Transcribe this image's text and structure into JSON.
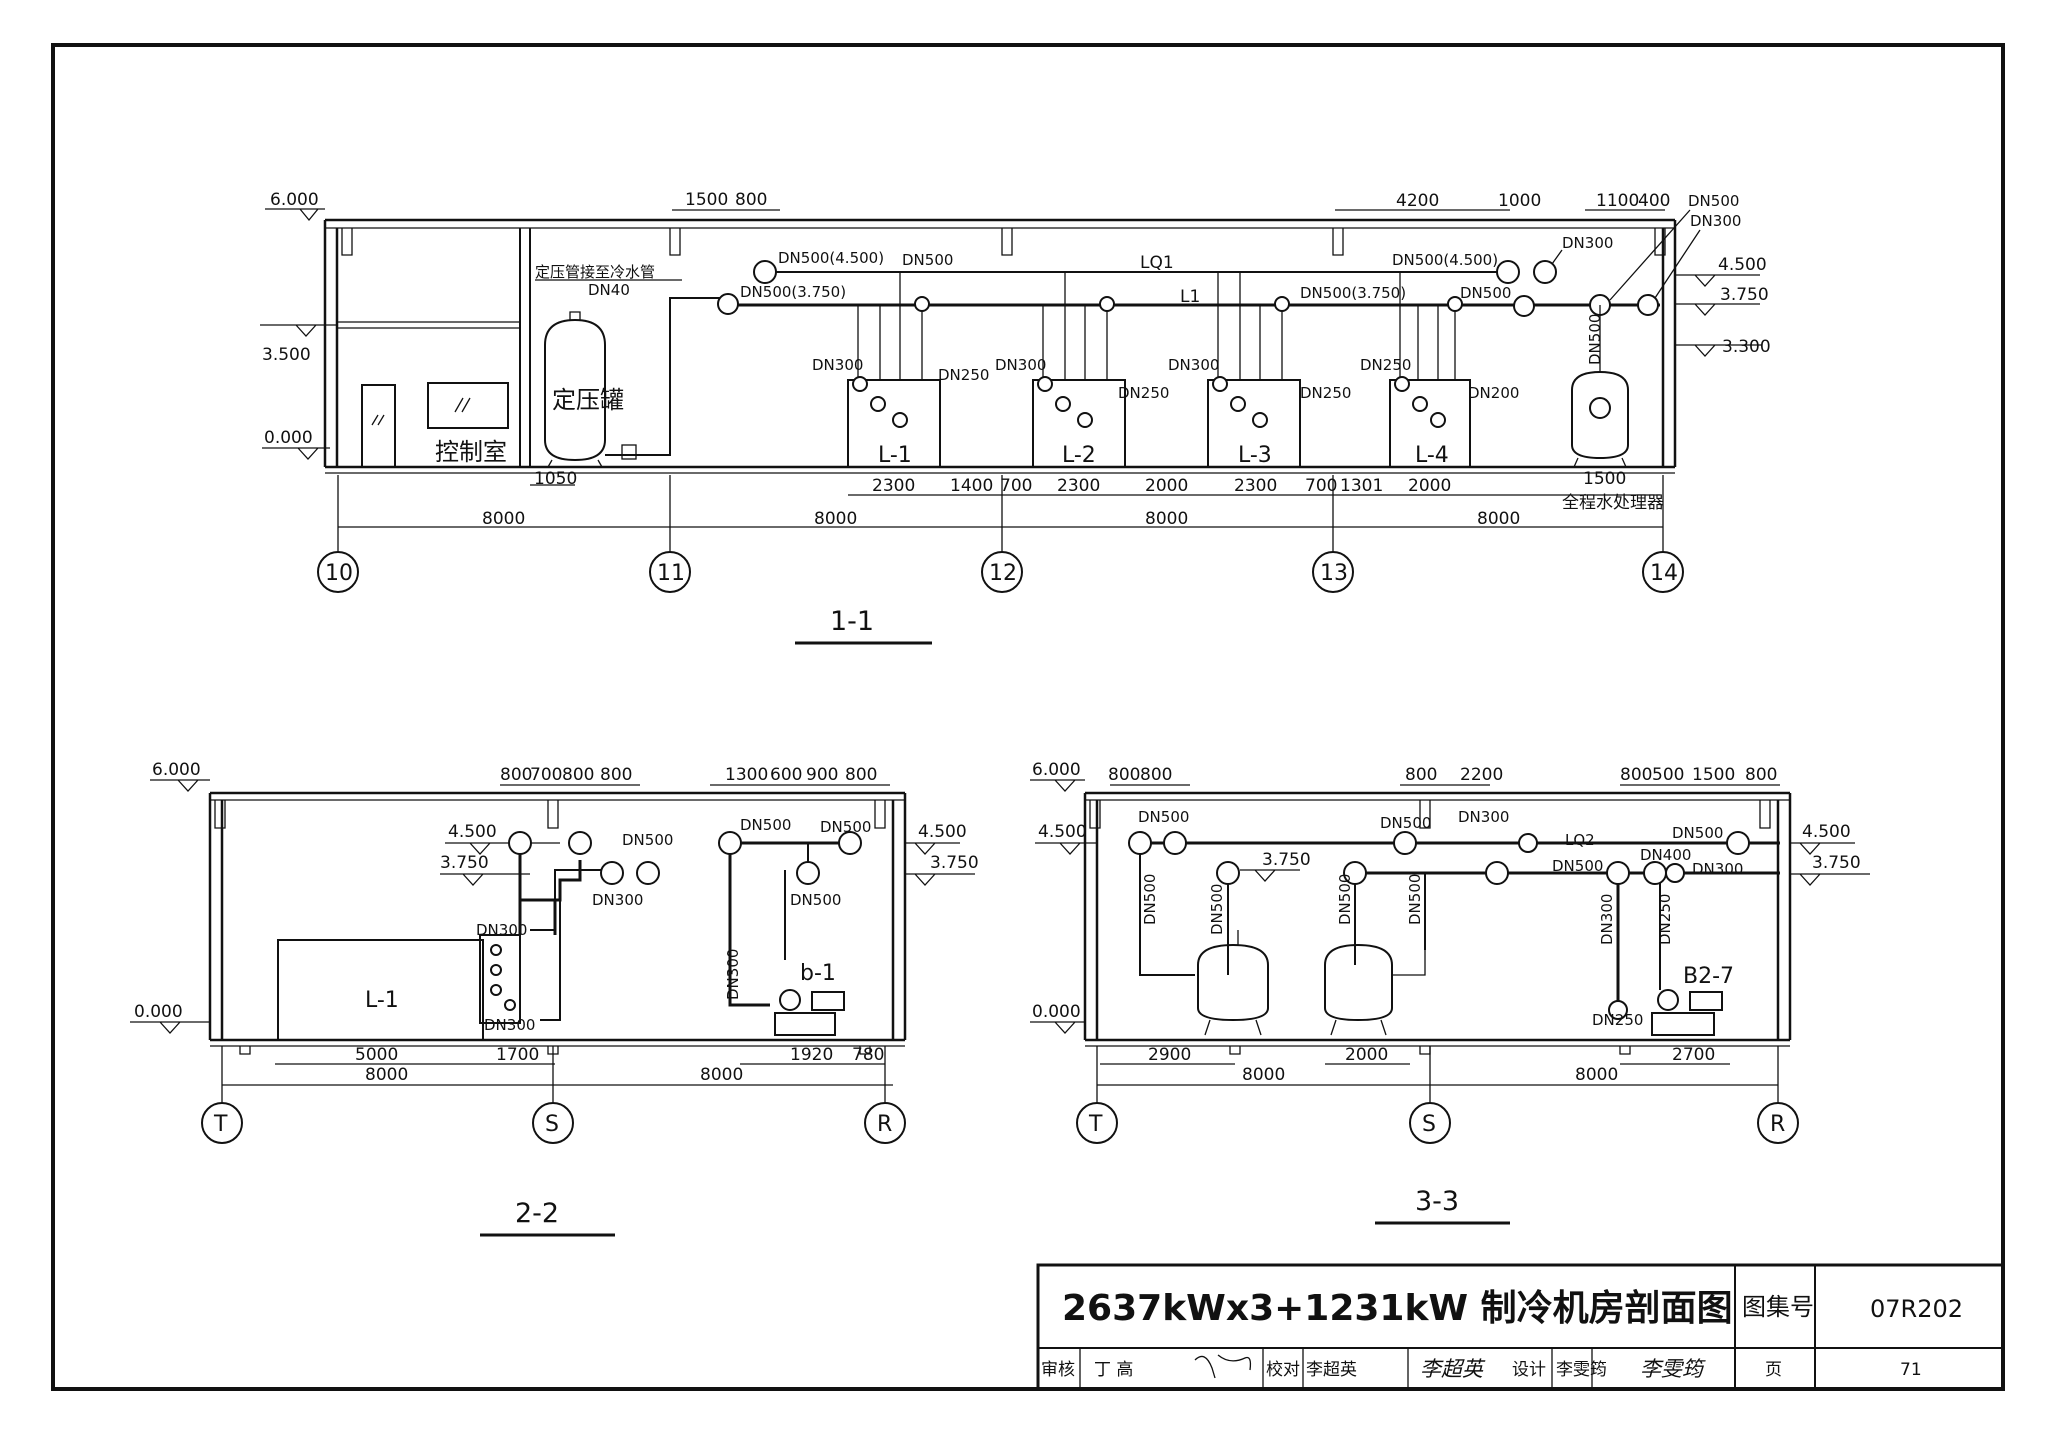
{
  "sections": {
    "s11": {
      "title": "1-1",
      "levels": [
        "6.000",
        "3.500",
        "0.000"
      ],
      "right_levels": [
        "4.500",
        "3.750",
        "3.300"
      ],
      "dims_top": [
        "1500",
        "800",
        "4200",
        "1000",
        "1100",
        "400"
      ],
      "dims_bottom": [
        "1050",
        "2300",
        "1400",
        "700",
        "2300",
        "2000",
        "2300",
        "700",
        "1301",
        "2000",
        "1500"
      ],
      "spans": [
        "8000",
        "8000",
        "8000",
        "8000"
      ],
      "axes": [
        "10",
        "11",
        "12",
        "13",
        "14"
      ],
      "labels": {
        "control_room": "控制室",
        "pressure_tank": "定压罐",
        "pressure_note": "定压管接至冷水管",
        "dn40": "DN40",
        "water_treat": "全程水处理器",
        "dn500_45": "DN500(4.500)",
        "dn500_375": "DN500(3.750)",
        "dn500": "DN500",
        "dn500_45_r": "DN500(4.500)",
        "dn500_375_m": "DN500(3.750)",
        "dn500_r": "DN500",
        "dn500_tr": "DN500",
        "dn300_tr": "DN300",
        "dn300_r": "DN300",
        "dn500_v": "DN500",
        "lq1": "LQ1",
        "l1": "L1",
        "dn300_a": "DN300",
        "dn250_a": "DN250",
        "dn300_b": "DN300",
        "dn250_b": "DN250",
        "dn300_c": "DN300",
        "dn250_c": "DN250",
        "dn250_d": "DN250",
        "dn200_d": "DN200"
      },
      "units": [
        "L-1",
        "L-2",
        "L-3",
        "L-4"
      ]
    },
    "s22": {
      "title": "2-2",
      "levels": [
        "6.000",
        "4.500",
        "3.750",
        "0.000"
      ],
      "right_levels": [
        "4.500",
        "3.750"
      ],
      "dims_top": [
        "800",
        "700",
        "800",
        "800",
        "1300",
        "600",
        "900",
        "800"
      ],
      "dims_bottom": [
        "5000",
        "1700",
        "1920",
        "780"
      ],
      "spans": [
        "8000",
        "8000"
      ],
      "axes": [
        "T",
        "S",
        "R"
      ],
      "labels": {
        "unit": "L-1",
        "pump": "b-1",
        "dn500_a": "DN500",
        "dn300_a": "DN300",
        "dn500_b": "DN500",
        "dn500_c": "DN500",
        "dn500_d": "DN500",
        "dn300_v": "DN300",
        "dn300_b": "DN300",
        "dn300_c": "DN300"
      }
    },
    "s33": {
      "title": "3-3",
      "levels": [
        "6.000",
        "4.500",
        "0.000"
      ],
      "right_levels": [
        "4.500",
        "3.750"
      ],
      "mid_level": "3.750",
      "dims_top": [
        "800",
        "800",
        "800",
        "2200",
        "800",
        "500",
        "1500",
        "800"
      ],
      "dims_bottom": [
        "2900",
        "2000",
        "2700"
      ],
      "spans": [
        "8000",
        "8000"
      ],
      "axes": [
        "T",
        "S",
        "R"
      ],
      "labels": {
        "pump": "B2-7",
        "dn500_a": "DN500",
        "dn500_b": "DN500",
        "dn300_a": "DN300",
        "dn500_c": "DN500",
        "dn500_d": "DN500",
        "dn400": "DN400",
        "dn300_b": "DN300",
        "dn500_v1": "DN500",
        "dn500_v2": "DN500",
        "dn500_v3": "DN500",
        "dn500_v4": "DN500",
        "dn300_v": "DN300",
        "dn250_v": "DN250",
        "dn250_b": "DN250",
        "lq2": "LQ2"
      }
    }
  },
  "title_block": {
    "drawing_title": "2637kWx3+1231kW 制冷机房剖面图",
    "atlas_label": "图集号",
    "atlas_no": "07R202",
    "review_label": "审核",
    "reviewer": "丁 高",
    "check_label": "校对",
    "checker": "李超英",
    "design_label": "设计",
    "designer": "李雯筠",
    "page_label": "页",
    "page_no": "71"
  }
}
